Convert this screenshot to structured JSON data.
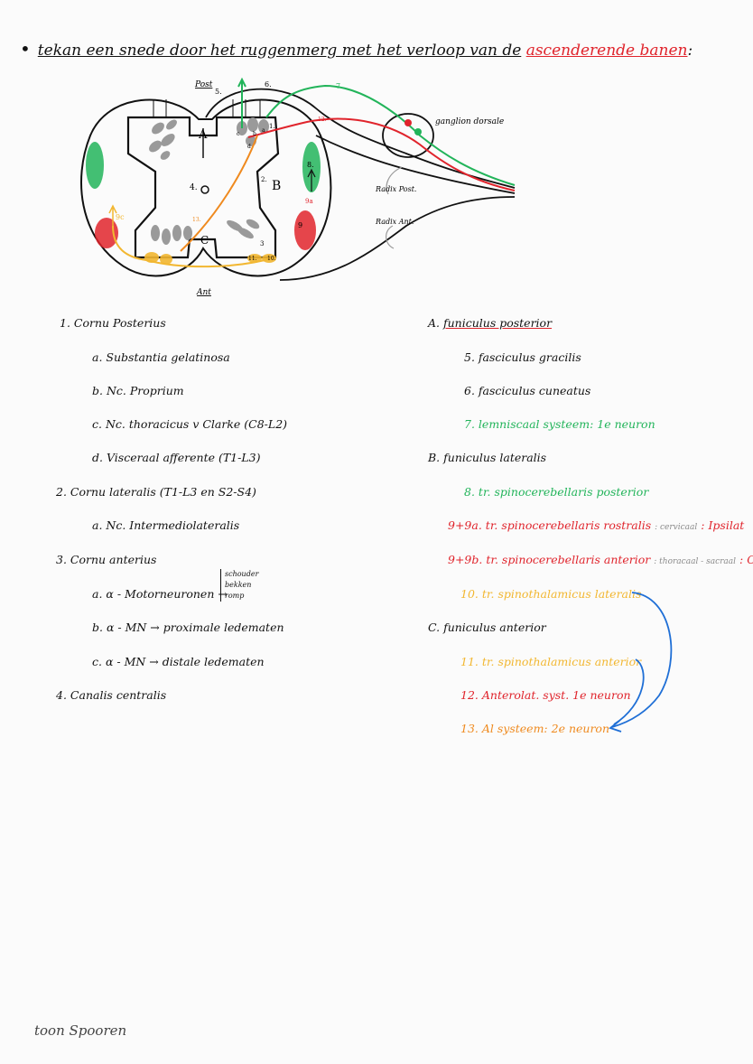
{
  "title": {
    "prefix": "tekan een snede door het ruggenmerg met het verloop van de",
    "highlight": "ascenderende banen",
    "suffix": ":"
  },
  "diagram": {
    "labels": {
      "post": "Post",
      "ant": "Ant",
      "ganglion": "ganglion dorsale",
      "radix_post": "Radix Post.",
      "radix_ant": "Radix Ant.",
      "A": "A",
      "B": "B",
      "C": "C",
      "n4": "4.",
      "n5": "5.",
      "n6": "6.",
      "n7": "7.",
      "n8": "8.",
      "n9a": "9a",
      "n9b": "9",
      "n9c": "9c",
      "n10": "10.",
      "n11": "11.",
      "n12": "12.",
      "n13": "13.",
      "n2": "2.",
      "n3": "3",
      "n1": "1.",
      "ca": "a",
      "cb": "b",
      "cc": "c",
      "cd": "d"
    },
    "colors": {
      "green": "#22b45a",
      "red": "#e0242c",
      "orange": "#ef8a1f",
      "yellow": "#f2b731",
      "blue": "#1f6fd6",
      "gray": "#9a9a9a"
    }
  },
  "left_list": [
    {
      "num": "1.",
      "text": "Cornu Posterius"
    },
    {
      "num": "a.",
      "text": "Substantia gelatinosa"
    },
    {
      "num": "b.",
      "text": "Nc. Proprium"
    },
    {
      "num": "c.",
      "text": "Nc. thoracicus v Clarke (C8-L2)"
    },
    {
      "num": "d.",
      "text": "Visceraal afferente (T1-L3)"
    },
    {
      "num": "2.",
      "text": "Cornu lateralis (T1-L3 en S2-S4)"
    },
    {
      "num": "a.",
      "text": "Nc. Intermediolateralis"
    },
    {
      "num": "3.",
      "text": "Cornu anterius"
    },
    {
      "num": "a.",
      "text": "α - Motorneuronen →"
    },
    {
      "num": "b.",
      "text": "α - MN → proximale ledematen"
    },
    {
      "num": "c.",
      "text": "α - MN → distale ledematen"
    },
    {
      "num": "4.",
      "text": "Canalis centralis"
    }
  ],
  "bracket_items": [
    "schouder",
    "bekken",
    "romp"
  ],
  "right_list": [
    {
      "num": "A.",
      "text": "funiculus posterior",
      "extra": "",
      "extra2": ""
    },
    {
      "num": "5.",
      "text": "fasciculus gracilis",
      "extra": "",
      "extra2": ""
    },
    {
      "num": "6.",
      "text": "fasciculus cuneatus",
      "extra": "",
      "extra2": ""
    },
    {
      "num": "7.",
      "text": "lemniscaal systeem: 1e neuron",
      "extra": "",
      "extra2": ""
    },
    {
      "num": "B.",
      "text": "funiculus lateralis",
      "extra": "",
      "extra2": ""
    },
    {
      "num": "8.",
      "text": "tr. spinocerebellaris posterior",
      "extra": "",
      "extra2": ""
    },
    {
      "num": "9+9a.",
      "text": "tr. spinocerebellaris rostralis",
      "extra": ": cervicaal",
      "extra2": ": Ipsilat"
    },
    {
      "num": "9+9b.",
      "text": "tr. spinocerebellaris anterior",
      "extra": ": thoracaal - sacraal",
      "extra2": ": C. L."
    },
    {
      "num": "10.",
      "text": "tr. spinothalamicus lateralis",
      "extra": "",
      "extra2": ""
    },
    {
      "num": "C.",
      "text": "funiculus anterior",
      "extra": "",
      "extra2": ""
    },
    {
      "num": "11.",
      "text": "tr. spinothalamicus anterior",
      "extra": "",
      "extra2": ""
    },
    {
      "num": "12.",
      "text": "Anterolat. syst. 1e neuron",
      "extra": "",
      "extra2": ""
    },
    {
      "num": "13.",
      "text": "Al systeem: 2e neuron",
      "extra": "",
      "extra2": ""
    }
  ],
  "footer": "toon Spooren"
}
